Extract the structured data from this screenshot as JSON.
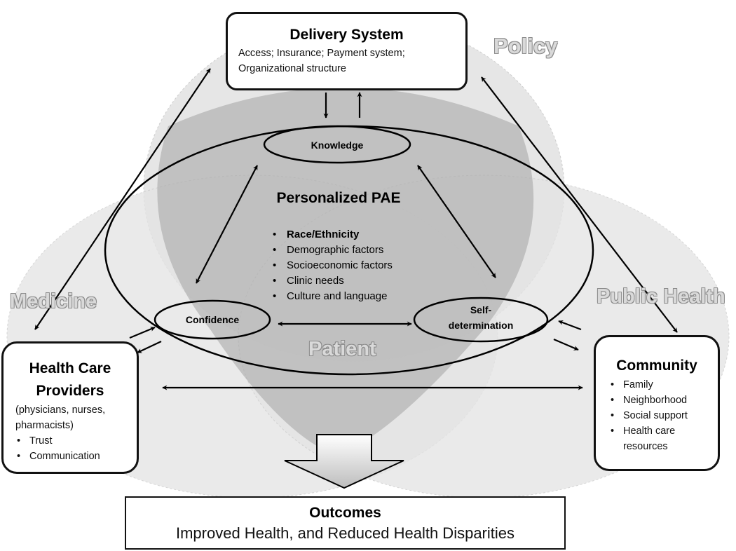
{
  "region_labels": {
    "policy": "Policy",
    "medicine": "Medicine",
    "public_health": "Public Health",
    "patient": "Patient"
  },
  "delivery_system": {
    "title": "Delivery System",
    "line1": "Access; Insurance; Payment system;",
    "line2": "Organizational structure"
  },
  "center": {
    "title": "Personalized PAE",
    "factors": [
      "Race/Ethnicity",
      "Demographic factors",
      "Socioeconomic factors",
      "Clinic needs",
      "Culture and language"
    ]
  },
  "nodes": {
    "knowledge": "Knowledge",
    "confidence": "Confidence",
    "self_determination_line1": "Self-",
    "self_determination_line2": "determination"
  },
  "providers": {
    "title_line1": "Health Care",
    "title_line2": "Providers",
    "subtitle_line1": "(physicians, nurses,",
    "subtitle_line2": "pharmacists)",
    "items": [
      "Trust",
      "Communication"
    ]
  },
  "community": {
    "title": "Community",
    "items": [
      "Family",
      "Neighborhood",
      "Social support",
      "Health care resources"
    ]
  },
  "outcomes": {
    "title": "Outcomes",
    "text": "Improved Health, and Reduced Health Disparities"
  }
}
